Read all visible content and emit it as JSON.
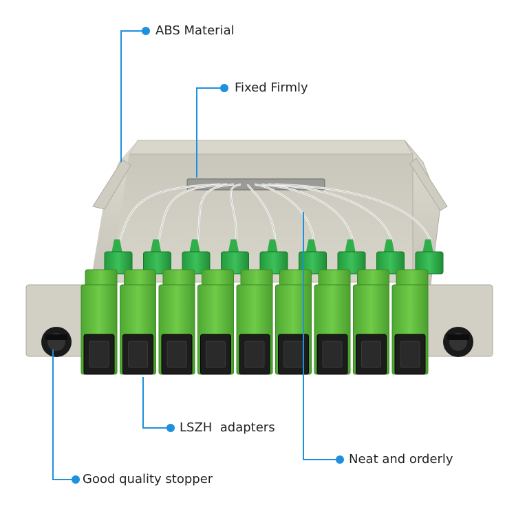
{
  "accent": "#1e90e0",
  "callouts": {
    "abs_material": "ABS Material",
    "fixed_firmly": "Fixed Firmly",
    "lszh_adapters": "LSZH  adapters",
    "neat_and_orderly": "Neat and orderly",
    "good_quality_stopper": "Good quality stopper"
  },
  "product": {
    "adapter_count": 9,
    "colors": {
      "housing": "#d4d2c6",
      "adapter_green": "#5cb83c",
      "connector_green": "#2fae4a",
      "port_black": "#1c1c1c",
      "fiber": "#f2f2f0"
    }
  }
}
